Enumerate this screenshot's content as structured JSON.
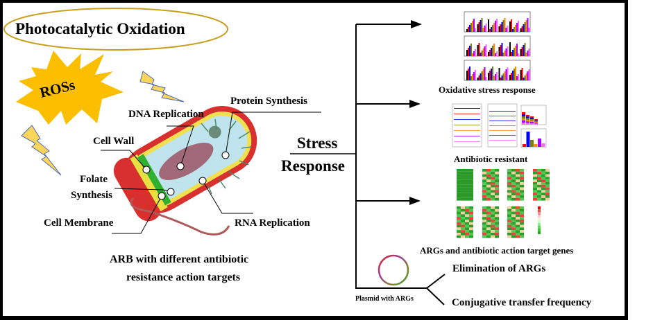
{
  "title": "Photocatalytic Oxidation",
  "ros_label": "ROSs",
  "bacterium_labels": {
    "protein": "Protein Synthesis",
    "dna": "DNA Replication",
    "cell_wall": "Cell Wall",
    "folate_1": "Folate",
    "folate_2": "Synthesis",
    "membrane": "Cell Membrane",
    "rna": "RNA Replication"
  },
  "caption_1": "ARB with different antibiotic",
  "caption_2": "resistance action targets",
  "stress_1": "Stress",
  "stress_2": "Response",
  "branches": {
    "oxidative": "Oxidative stress response",
    "antibiotic": "Antibiotic resistant",
    "args": "ARGs and antibiotic action target genes"
  },
  "plasmid_label": "Plasmid with ARGs",
  "outcomes": [
    "Elimination of ARGs",
    "Conjugative transfer frequency"
  ],
  "colors": {
    "star": "#fbbf00",
    "ellipse": "#c8a020",
    "bolt": "#fdd55a",
    "cell_wall": "#d8302f"
  }
}
